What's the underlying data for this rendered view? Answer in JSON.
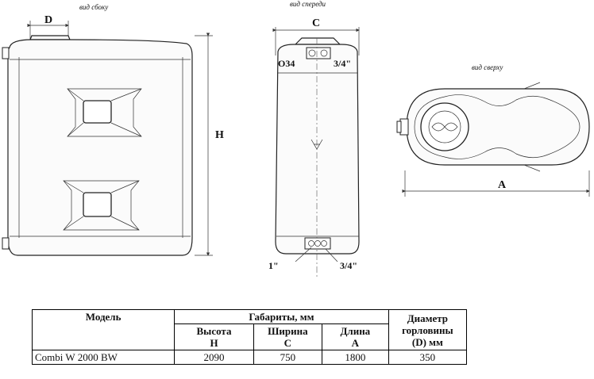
{
  "views": {
    "front_caption": "вид сбоку",
    "side_caption": "вид спереди",
    "top_caption": "вид сверху"
  },
  "dimensions": {
    "d": "D",
    "h": "H",
    "c": "C",
    "a": "A",
    "o34": "O34",
    "thread_top": "3/4\"",
    "inlet_bottom": "1\"",
    "thread_bottom": "3/4\""
  },
  "table": {
    "header": {
      "model": "Модель",
      "dimensions": "Габариты, мм",
      "height_line1": "Высота",
      "height_line2": "H",
      "width_line1": "Ширина",
      "width_line2": "C",
      "length_line1": "Длина",
      "length_line2": "A",
      "diameter_line1": "Диаметр",
      "diameter_line2": "горловины",
      "diameter_line3": "(D) мм"
    },
    "rows": [
      {
        "model": "Combi W 2000 BW",
        "height": "2090",
        "width": "750",
        "length": "1800",
        "diameter": "350"
      }
    ]
  }
}
